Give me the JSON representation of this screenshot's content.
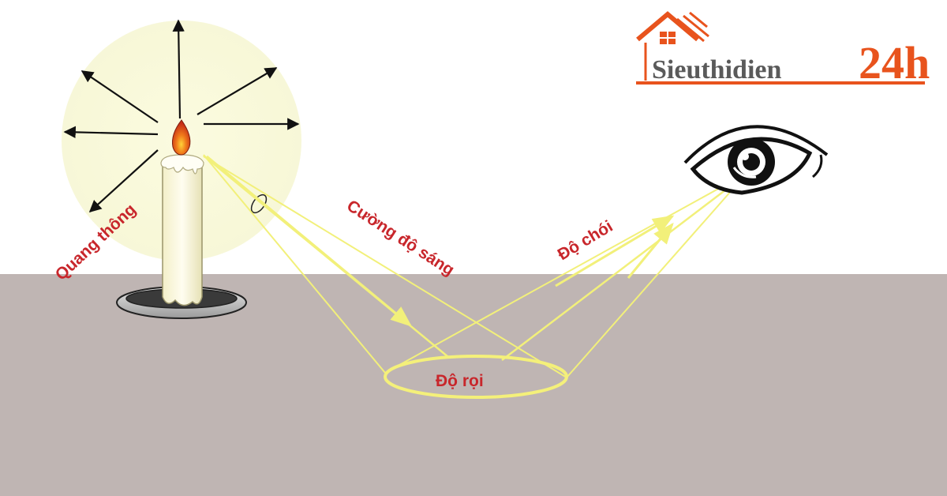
{
  "logo": {
    "brand": "Sieuthidien",
    "suffix": "24h",
    "brand_color": "#5a5a5a",
    "accent_color": "#e8531d"
  },
  "labels": {
    "luminous_flux": "Quang thông",
    "luminous_intensity": "Cường độ sáng",
    "luminance": "Độ chói",
    "illuminance": "Độ rọi"
  },
  "colors": {
    "floor": "#bfb5b3",
    "glow": "#fbfbe0",
    "beam": "#f2f07a",
    "label": "#c8262b"
  }
}
